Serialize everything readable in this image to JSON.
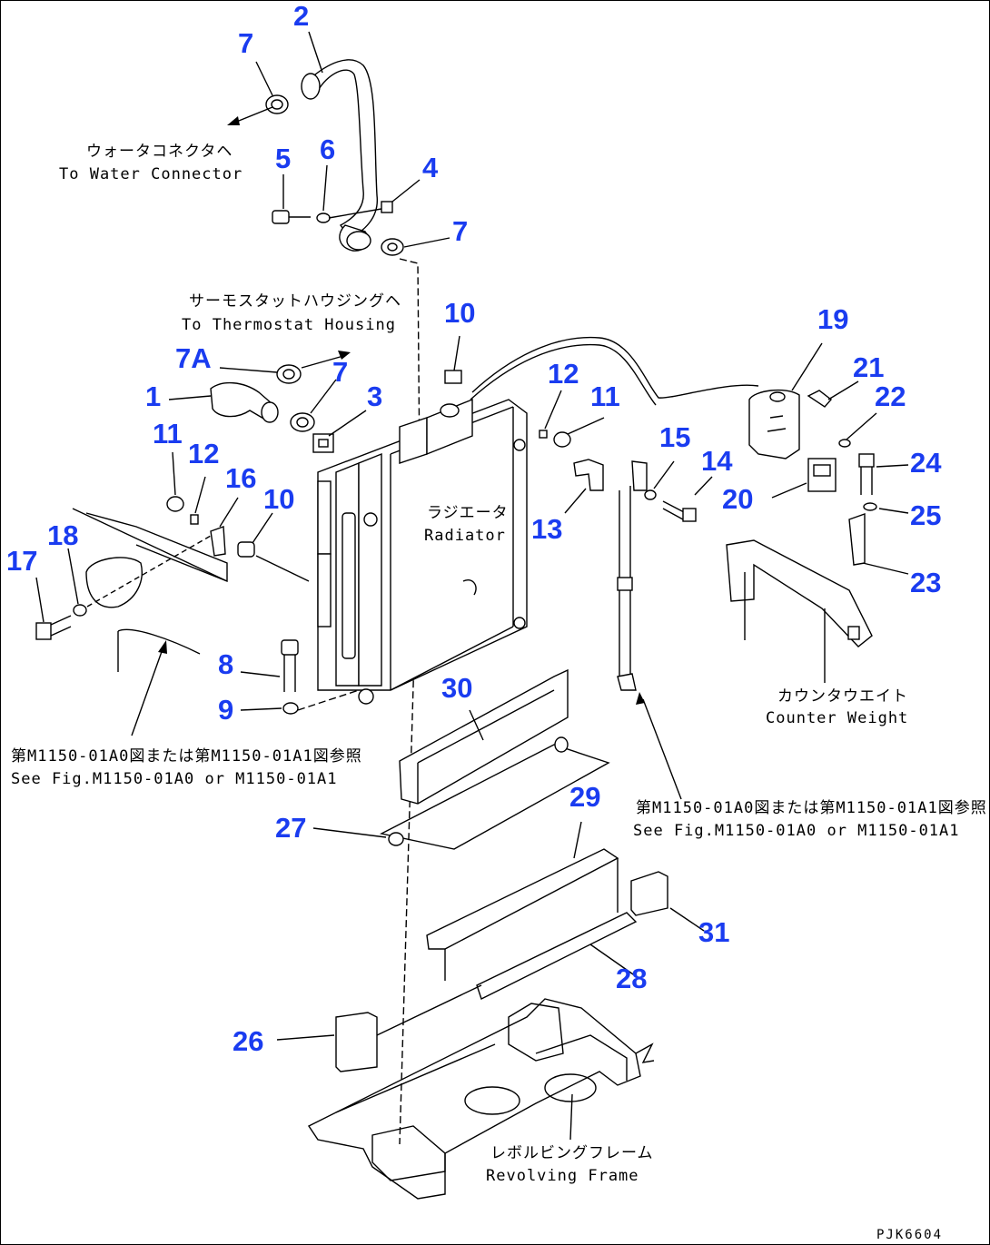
{
  "callouts": [
    {
      "id": "c2",
      "text": "2"
    },
    {
      "id": "c7a",
      "text": "7"
    },
    {
      "id": "c5",
      "text": "5"
    },
    {
      "id": "c6",
      "text": "6"
    },
    {
      "id": "c4",
      "text": "4"
    },
    {
      "id": "c7b",
      "text": "7"
    },
    {
      "id": "c10a",
      "text": "10"
    },
    {
      "id": "c19",
      "text": "19"
    },
    {
      "id": "c7A",
      "text": "7A"
    },
    {
      "id": "c7c",
      "text": "7"
    },
    {
      "id": "c1",
      "text": "1"
    },
    {
      "id": "c3",
      "text": "3"
    },
    {
      "id": "c12a",
      "text": "12"
    },
    {
      "id": "c11a",
      "text": "11"
    },
    {
      "id": "c21",
      "text": "21"
    },
    {
      "id": "c22",
      "text": "22"
    },
    {
      "id": "c11b",
      "text": "11"
    },
    {
      "id": "c12b",
      "text": "12"
    },
    {
      "id": "c16",
      "text": "16"
    },
    {
      "id": "c10b",
      "text": "10"
    },
    {
      "id": "c15",
      "text": "15"
    },
    {
      "id": "c14",
      "text": "14"
    },
    {
      "id": "c24",
      "text": "24"
    },
    {
      "id": "c20",
      "text": "20"
    },
    {
      "id": "c13",
      "text": "13"
    },
    {
      "id": "c25",
      "text": "25"
    },
    {
      "id": "c18",
      "text": "18"
    },
    {
      "id": "c17",
      "text": "17"
    },
    {
      "id": "c23",
      "text": "23"
    },
    {
      "id": "c8",
      "text": "8"
    },
    {
      "id": "c30",
      "text": "30"
    },
    {
      "id": "c9",
      "text": "9"
    },
    {
      "id": "c29",
      "text": "29"
    },
    {
      "id": "c27",
      "text": "27"
    },
    {
      "id": "c31",
      "text": "31"
    },
    {
      "id": "c28",
      "text": "28"
    },
    {
      "id": "c26",
      "text": "26"
    }
  ],
  "annotations": {
    "water_jp": "ウォータコネクタヘ",
    "water_en": "To Water Connector",
    "thermo_jp": "サーモスタットハウジングヘ",
    "thermo_en": "To Thermostat Housing",
    "radiator_jp": "ラジエータ",
    "radiator_en": "Radiator",
    "counter_jp": "カウンタウエイト",
    "counter_en": "Counter Weight",
    "seefig_left_jp": "第M1150-01A0図または第M1150-01A1図参照",
    "seefig_left_en": "See Fig.M1150-01A0 or M1150-01A1",
    "seefig_right_jp": "第M1150-01A0図または第M1150-01A1図参照",
    "seefig_right_en": "See Fig.M1150-01A0 or M1150-01A1",
    "frame_jp": "レボルビングフレーム",
    "frame_en": "Revolving Frame"
  },
  "drawing_code": "PJK6604",
  "colors": {
    "callout": "#1a3cf0",
    "line": "#000000"
  }
}
